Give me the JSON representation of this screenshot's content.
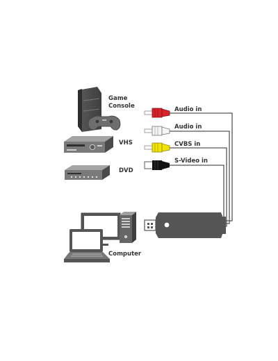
{
  "devices": {
    "game_console": "Game\nConsole",
    "vhs": "VHS",
    "dvd": "DVD",
    "computer": "Computer"
  },
  "cables": [
    {
      "label": "Audio in",
      "plug_color": "#d8232a"
    },
    {
      "label": "Audio in",
      "plug_color": "#f4f4f4"
    },
    {
      "label": "CVBS in",
      "plug_color": "#f2e600"
    },
    {
      "label": "S-Video in",
      "plug_color": "#111111"
    }
  ],
  "colors": {
    "device_dark": "#4d4d4d",
    "device_mid": "#8a8a8a",
    "device_light": "#cfcfcf",
    "cable": "#555555"
  }
}
